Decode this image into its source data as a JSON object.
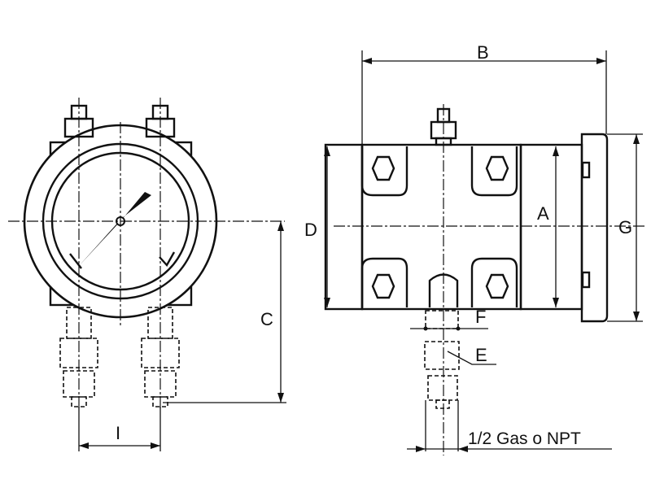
{
  "drawing": {
    "labels": {
      "A": "A",
      "B": "B",
      "C": "C",
      "D": "D",
      "E": "E",
      "F": "F",
      "G": "G",
      "I": "I"
    },
    "connection_note": "1/2 Gas o NPT"
  }
}
